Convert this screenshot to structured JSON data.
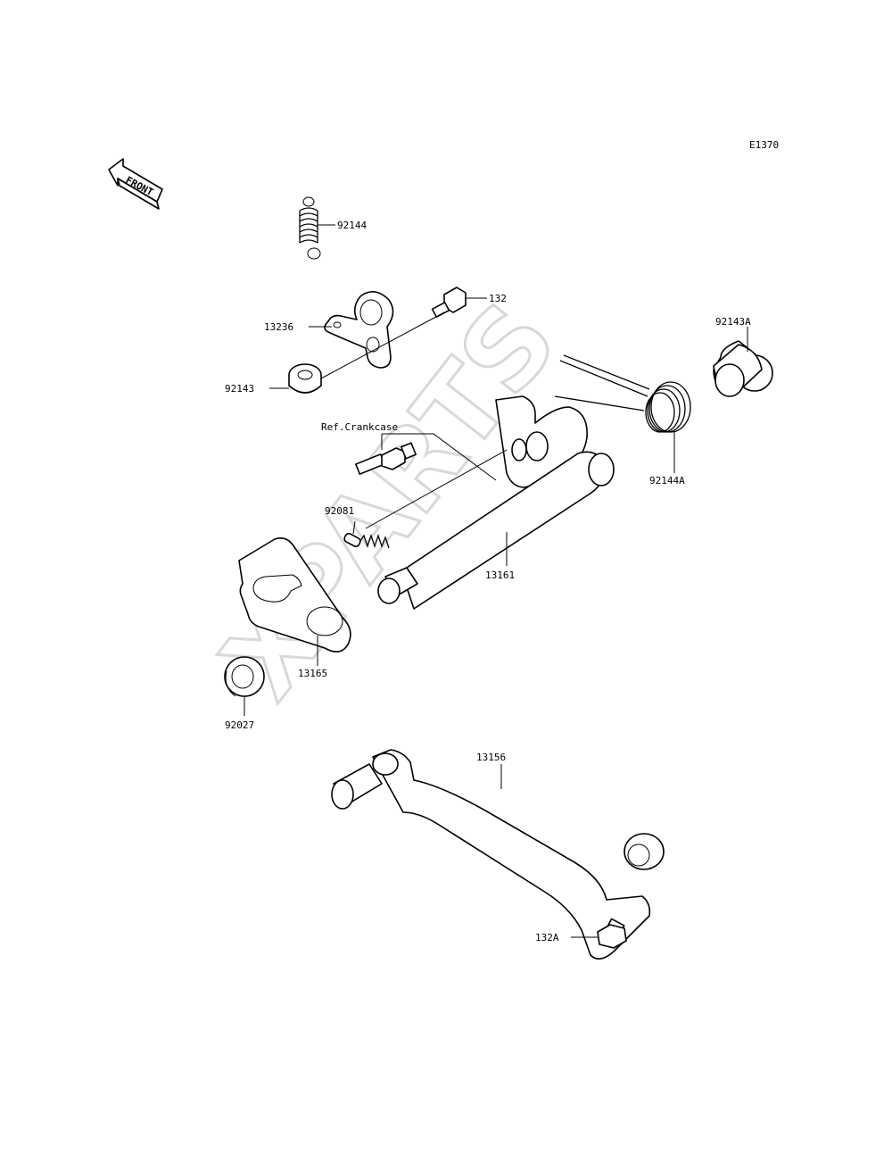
{
  "diagram_code": "E1370",
  "front_label": "FRONT",
  "watermark": "XPARTS",
  "parts": {
    "p92144": "92144",
    "p132": "132",
    "p13236": "13236",
    "p92143": "92143",
    "p92143A": "92143A",
    "ref_crankcase": "Ref.Crankcase",
    "p92144A": "92144A",
    "p92081": "92081",
    "p13161": "13161",
    "p13165": "13165",
    "p92027": "92027",
    "p13156": "13156",
    "p132A": "132A"
  }
}
